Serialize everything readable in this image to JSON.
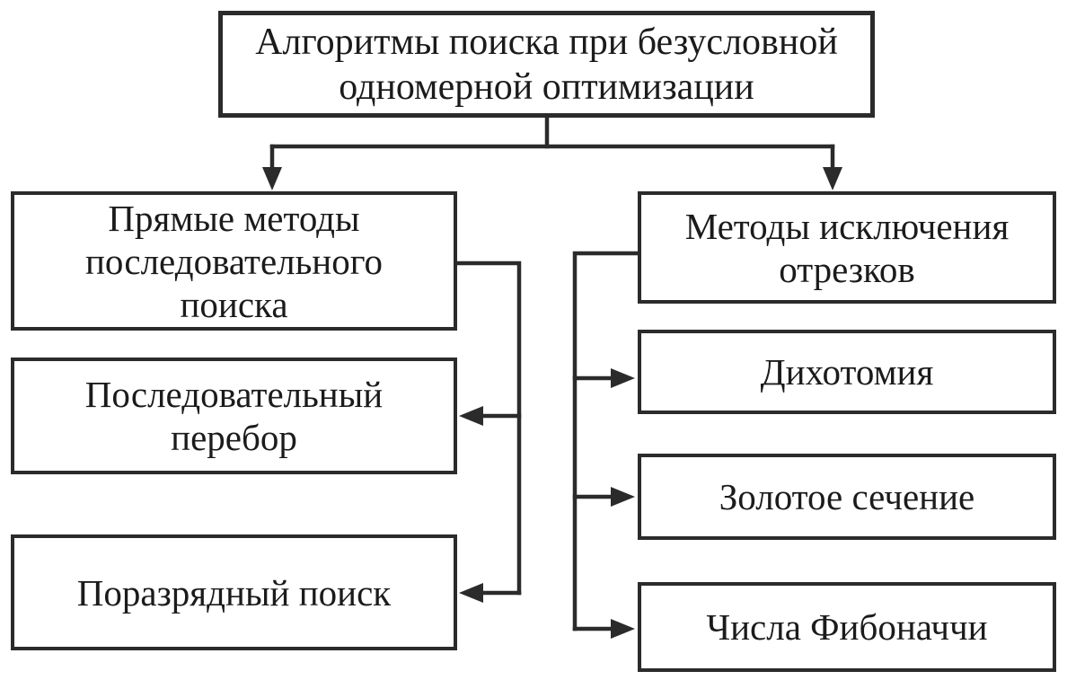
{
  "colors": {
    "background": "#ffffff",
    "line": "#2b2b2b",
    "text": "#1b1b1b",
    "node_fill": "#ffffff"
  },
  "root": {
    "line1": "Алгоритмы поиска при безусловной",
    "line2": "одномерной оптимизации"
  },
  "branches": {
    "direct": {
      "header": {
        "line1": "Прямые методы",
        "line2": "последовательного",
        "line3": "поиска"
      },
      "children": {
        "sequential": {
          "line1": "Последовательный",
          "line2": "перебор"
        },
        "bitwise": {
          "line1": "Поразрядный поиск"
        }
      }
    },
    "exclusion": {
      "header": {
        "line1": "Методы исключения",
        "line2": "отрезков"
      },
      "children": {
        "dichotomy": {
          "line1": "Дихотомия"
        },
        "golden": {
          "line1": "Золотое сечение"
        },
        "fibonacci": {
          "line1": "Числа Фибоначчи"
        }
      }
    }
  }
}
